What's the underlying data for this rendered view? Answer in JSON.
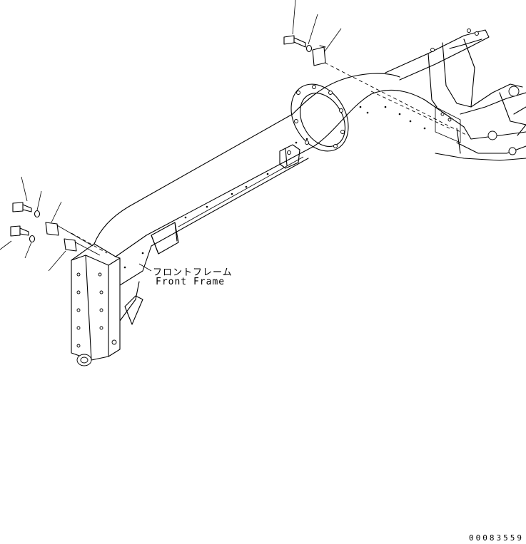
{
  "labels": {
    "part_name_jp": "フロントフレーム",
    "part_name_en": "Front Frame"
  },
  "drawing_number": "00083559",
  "colors": {
    "line": "#000000",
    "background": "#ffffff"
  }
}
